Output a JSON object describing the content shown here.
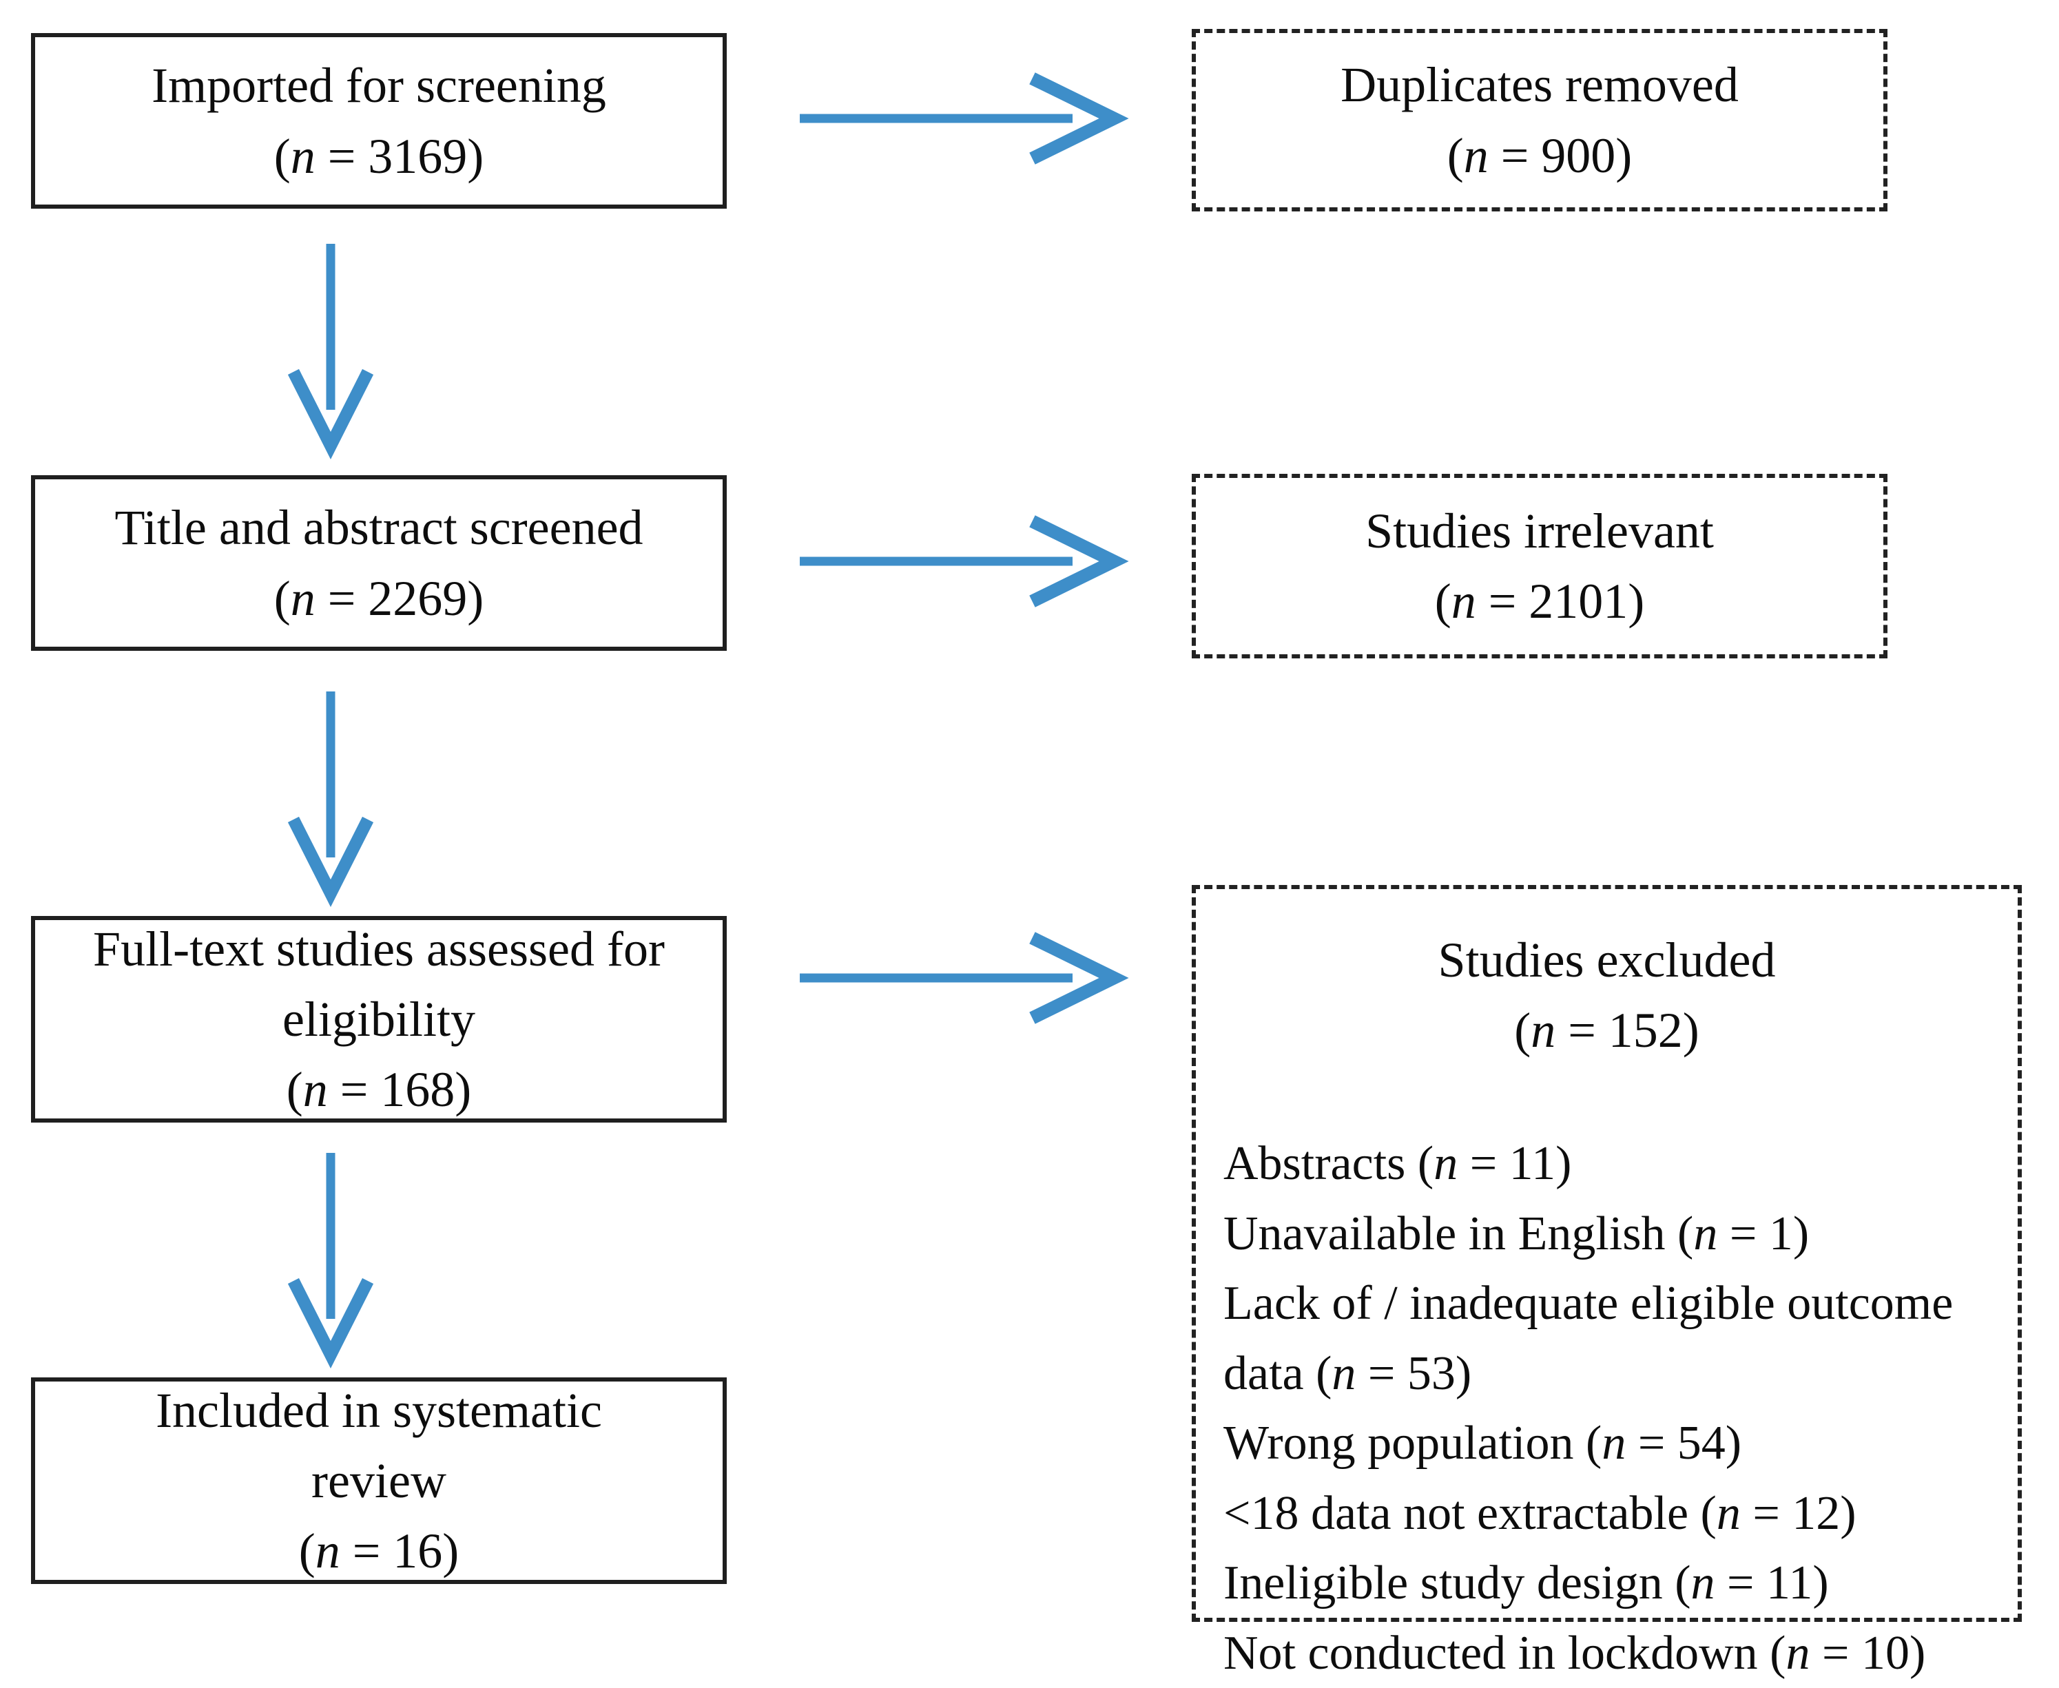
{
  "colors": {
    "arrow": "#3e8ec9",
    "solid_border": "#1f1f1f",
    "dashed_border": "#222222",
    "text": "#0d0d0d"
  },
  "flow": {
    "main": [
      {
        "lines": [
          "Imported for screening"
        ],
        "n_pre": "(",
        "n_italic": "n",
        "n_post": " = 3169)"
      },
      {
        "lines": [
          "Title and abstract screened"
        ],
        "n_pre": "(",
        "n_italic": "n",
        "n_post": " = 2269)"
      },
      {
        "lines": [
          "Full-text studies assessed for",
          "eligibility"
        ],
        "n_pre": "(",
        "n_italic": "n",
        "n_post": " = 168)"
      },
      {
        "lines": [
          "Included in systematic",
          "review"
        ],
        "n_pre": "(",
        "n_italic": "n",
        "n_post": " = 16)"
      }
    ],
    "side": [
      {
        "label": "Duplicates removed",
        "n_pre": "(",
        "n_italic": "n",
        "n_post": " = 900)"
      },
      {
        "label": "Studies irrelevant",
        "n_pre": "(",
        "n_italic": "n",
        "n_post": " = 2101)"
      },
      {
        "label": "Studies excluded",
        "n_pre": "(",
        "n_italic": "n",
        "n_post": " = 152)"
      }
    ],
    "reasons": [
      {
        "pre": "Abstracts (",
        "italic": "n",
        "post": " = 11)"
      },
      {
        "pre": "Unavailable in English (",
        "italic": "n",
        "post": " = 1)"
      },
      {
        "pre": "Lack of / inadequate eligible outcome data (",
        "italic": "n",
        "post": " = 53)"
      },
      {
        "pre": "Wrong population (",
        "italic": "n",
        "post": " = 54)"
      },
      {
        "pre": "<18 data not extractable (",
        "italic": "n",
        "post": " = 12)"
      },
      {
        "pre": "Ineligible study design (",
        "italic": "n",
        "post": " = 11)"
      },
      {
        "pre": "Not conducted in lockdown (",
        "italic": "n",
        "post": " = 10)"
      }
    ]
  }
}
